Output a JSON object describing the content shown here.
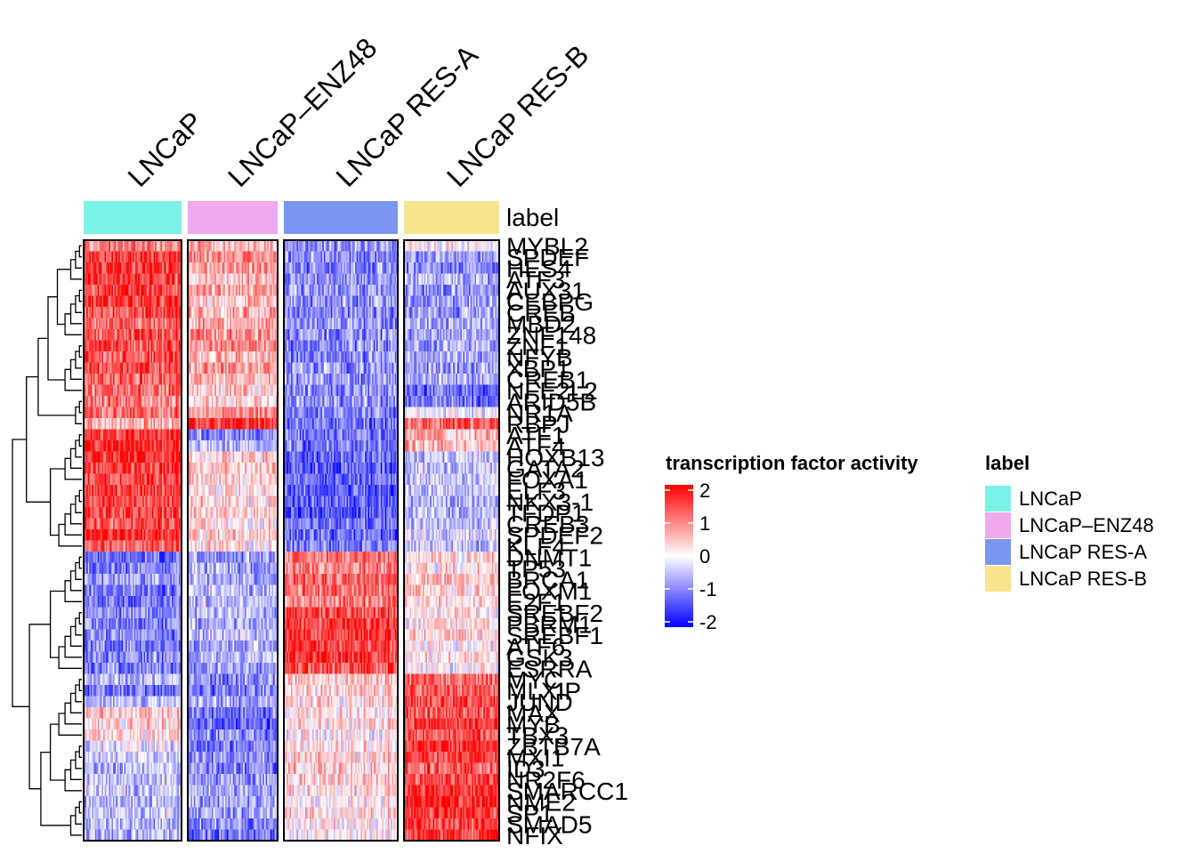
{
  "chart_data": {
    "type": "heatmap",
    "title": "",
    "columns": [
      "LNCaP",
      "LNCaP–ENZ48",
      "LNCaP RES-A",
      "LNCaP RES-B"
    ],
    "annotation_label": "label",
    "annotation_colors": [
      "#7af3e6",
      "#efa9ef",
      "#7a96f1",
      "#f9e48e"
    ],
    "rows": [
      "MYBL2",
      "SPDEF",
      "HES4",
      "ATF3",
      "AUX31",
      "CEBPG",
      "CREB",
      "MBD2",
      "ZNF148",
      "ZNF1",
      "NFYB",
      "XBP1",
      "CREB1",
      "NFE2L2",
      "ARID5B",
      "NR1A",
      "RBPJ",
      "ATF1",
      "ATF4",
      "HOXB13",
      "GATA2",
      "FOXA1",
      "ELF3",
      "NKX3-1",
      "TFDP1",
      "CREB3",
      "SPDEF2",
      "KLF4",
      "DNMT1",
      "TP53",
      "BRCA1",
      "FOXM1",
      "E2F1",
      "SREBF2",
      "PBRM1",
      "SREBF1",
      "ATF6",
      "GSK3",
      "ESRRA",
      "MYC",
      "MLXIP",
      "JUND",
      "MAX",
      "MYB",
      "TBX3",
      "ZBTB7A",
      "MXI1",
      "ID3",
      "NR2F6",
      "SMARCC1",
      "NME2",
      "SP1",
      "SMAD5",
      "NFIX"
    ],
    "values": [
      [
        1.0,
        0.6,
        -0.8,
        0.1
      ],
      [
        1.6,
        0.9,
        -0.9,
        -0.8
      ],
      [
        1.6,
        0.8,
        -0.9,
        -0.9
      ],
      [
        1.5,
        0.6,
        -0.8,
        -0.7
      ],
      [
        1.5,
        0.7,
        -0.8,
        -0.8
      ],
      [
        1.5,
        0.5,
        -0.9,
        -0.7
      ],
      [
        1.4,
        0.6,
        -0.9,
        -0.8
      ],
      [
        1.2,
        0.7,
        -0.8,
        -0.6
      ],
      [
        1.3,
        0.9,
        -0.9,
        -0.7
      ],
      [
        1.3,
        0.8,
        -0.9,
        -0.7
      ],
      [
        1.3,
        0.6,
        -0.9,
        -0.7
      ],
      [
        1.4,
        0.8,
        -0.8,
        -0.8
      ],
      [
        1.2,
        0.5,
        -0.8,
        -0.6
      ],
      [
        1.1,
        0.4,
        -0.9,
        -1.1
      ],
      [
        1.0,
        0.3,
        -0.8,
        -1.1
      ],
      [
        1.1,
        0.9,
        -1.0,
        -0.2
      ],
      [
        0.6,
        1.6,
        -1.1,
        1.2
      ],
      [
        1.6,
        -0.9,
        -1.0,
        0.6
      ],
      [
        1.7,
        -0.5,
        -1.0,
        0.5
      ],
      [
        1.6,
        0.4,
        -1.2,
        -0.4
      ],
      [
        1.6,
        0.5,
        -1.3,
        -0.5
      ],
      [
        1.5,
        0.4,
        -1.3,
        -0.4
      ],
      [
        1.5,
        0.3,
        -1.3,
        -0.5
      ],
      [
        1.4,
        0.3,
        -1.2,
        -0.6
      ],
      [
        1.5,
        0.4,
        -1.3,
        -0.4
      ],
      [
        1.4,
        0.2,
        -1.1,
        -0.5
      ],
      [
        1.6,
        0.3,
        -1.2,
        -0.3
      ],
      [
        1.3,
        0.2,
        -1.0,
        -0.5
      ],
      [
        -1.2,
        -0.8,
        1.1,
        0.3
      ],
      [
        -1.0,
        -0.7,
        0.9,
        0.2
      ],
      [
        -0.8,
        -0.7,
        1.2,
        0.5
      ],
      [
        -1.0,
        -0.6,
        1.1,
        0.3
      ],
      [
        -1.0,
        -0.5,
        1.0,
        0.2
      ],
      [
        -0.9,
        -0.6,
        1.4,
        0.1
      ],
      [
        -1.0,
        -0.6,
        1.5,
        0.2
      ],
      [
        -0.9,
        -0.5,
        1.6,
        0.3
      ],
      [
        -1.0,
        -0.7,
        1.5,
        0.1
      ],
      [
        -0.9,
        -0.6,
        1.6,
        0.2
      ],
      [
        -1.0,
        -0.7,
        1.4,
        0.0
      ],
      [
        -0.6,
        -0.9,
        0.4,
        1.2
      ],
      [
        -1.1,
        -1.0,
        0.3,
        1.3
      ],
      [
        -0.5,
        -0.6,
        0.2,
        1.4
      ],
      [
        0.4,
        -1.1,
        0.1,
        1.3
      ],
      [
        0.2,
        -1.2,
        0.3,
        1.5
      ],
      [
        0.3,
        -0.9,
        0.0,
        1.4
      ],
      [
        -0.2,
        -1.0,
        0.2,
        1.6
      ],
      [
        -0.3,
        -0.8,
        0.3,
        1.5
      ],
      [
        -0.6,
        -1.0,
        0.4,
        1.3
      ],
      [
        -0.5,
        -0.8,
        0.3,
        1.4
      ],
      [
        -0.4,
        -0.7,
        0.2,
        1.6
      ],
      [
        -0.6,
        -0.8,
        0.1,
        1.7
      ],
      [
        -0.5,
        -0.7,
        0.2,
        1.6
      ],
      [
        -0.6,
        -0.9,
        0.1,
        1.5
      ],
      [
        -0.5,
        -1.1,
        0.0,
        1.6
      ]
    ],
    "colorbar": {
      "title": "transcription factor activity",
      "range": [
        -2,
        2
      ],
      "ticks": [
        2,
        1,
        0,
        -1,
        -2
      ],
      "colors": [
        "#0000ff",
        "#ffffff",
        "#ff0000"
      ]
    },
    "legend": {
      "title": "label",
      "placement": "right",
      "items": [
        "LNCaP",
        "LNCaP–ENZ48",
        "LNCaP RES-A",
        "LNCaP RES-B"
      ]
    }
  }
}
